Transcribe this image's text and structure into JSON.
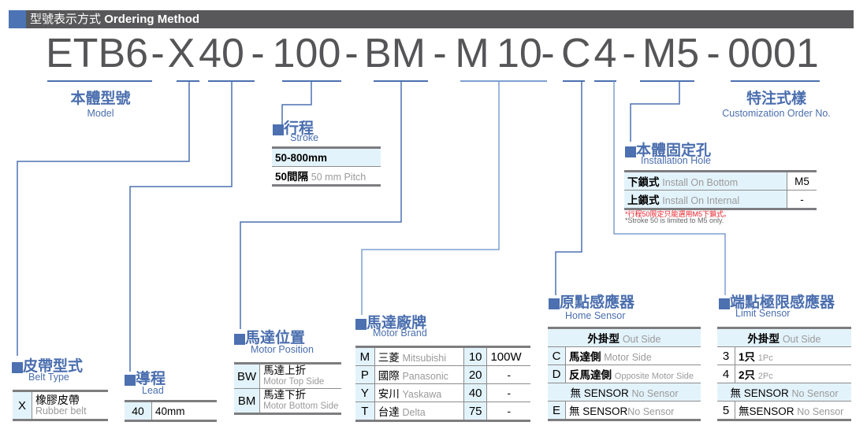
{
  "header": {
    "title_zh": "型號表示方式",
    "title_en": "Ordering Method",
    "accent_color": "#4c74b4",
    "bar_color": "#58585a"
  },
  "code": {
    "segments": [
      "ETB6",
      "-",
      "X",
      "40",
      "-",
      "100",
      "-",
      "BM",
      "-",
      "M",
      "10",
      "-",
      "C",
      "4",
      "-",
      "M5",
      "-",
      "0001"
    ]
  },
  "model": {
    "zh": "本體型號",
    "en": "Model"
  },
  "custom": {
    "zh": "特注式樣",
    "en": "Customization Order No."
  },
  "stroke": {
    "zh": "行程",
    "en": "Stroke",
    "rows": [
      {
        "text": "50-800mm"
      },
      {
        "zh": "50間隔",
        "en": "50 mm Pitch"
      }
    ]
  },
  "install": {
    "zh": "本體固定孔",
    "en": "Installation Hole",
    "rows": [
      {
        "zh": "下鎖式",
        "en": "Install On Bottom",
        "value": "M5"
      },
      {
        "zh": "上鎖式",
        "en": "Install On Internal",
        "value": "-"
      }
    ],
    "note_zh": "*行程50限定只能選用M5下鎖式。",
    "note_en": "*Stroke 50 is limited to M5 only."
  },
  "belt": {
    "zh": "皮帶型式",
    "en": "Belt Type",
    "rows": [
      {
        "key": "X",
        "zh": "橡膠皮帶",
        "en": "Rubber belt"
      }
    ]
  },
  "lead": {
    "zh": "導程",
    "en": "Lead",
    "rows": [
      {
        "key": "40",
        "value": "40mm"
      }
    ]
  },
  "motor_position": {
    "zh": "馬達位置",
    "en": "Motor Position",
    "rows": [
      {
        "key": "BW",
        "zh": "馬達上折",
        "en": "Motor Top Side"
      },
      {
        "key": "BM",
        "zh": "馬達下折",
        "en": "Motor Bottom Side"
      }
    ]
  },
  "motor_brand": {
    "zh": "馬達廠牌",
    "en": "Motor Brand",
    "rows": [
      {
        "key": "M",
        "zh": "三菱",
        "en": "Mitsubishi",
        "power_key": "10",
        "power": "100W"
      },
      {
        "key": "P",
        "zh": "國際",
        "en": "Panasonic",
        "power_key": "20",
        "power": "-"
      },
      {
        "key": "Y",
        "zh": "安川",
        "en": "Yaskawa",
        "power_key": "40",
        "power": "-"
      },
      {
        "key": "T",
        "zh": "台達",
        "en": "Delta",
        "power_key": "75",
        "power": "-"
      }
    ]
  },
  "home_sensor": {
    "zh": "原點感應器",
    "en": "Home Sensor",
    "band1": {
      "zh": "外掛型",
      "en": "Out Side"
    },
    "rows": [
      {
        "key": "C",
        "zh": "馬達側",
        "en": "Motor Side"
      },
      {
        "key": "D",
        "zh": "反馬達側",
        "en": "Opposite Motor Side"
      }
    ],
    "band2": {
      "zh": "無 SENSOR",
      "en": "No Sensor"
    },
    "last": {
      "key": "E",
      "zh": "無 SENSOR",
      "en": "No Sensor"
    }
  },
  "limit_sensor": {
    "zh": "端點極限感應器",
    "en": "Limit Sensor",
    "band1": {
      "zh": "外掛型",
      "en": "Out Side"
    },
    "rows": [
      {
        "key": "3",
        "zh": "1只",
        "en": "1Pc"
      },
      {
        "key": "4",
        "zh": "2只",
        "en": "2Pc"
      }
    ],
    "band2": {
      "zh": "無 SENSOR",
      "en": "No Sensor"
    },
    "last": {
      "key": "5",
      "zh": "無SENSOR",
      "en": "No Sensor"
    }
  }
}
